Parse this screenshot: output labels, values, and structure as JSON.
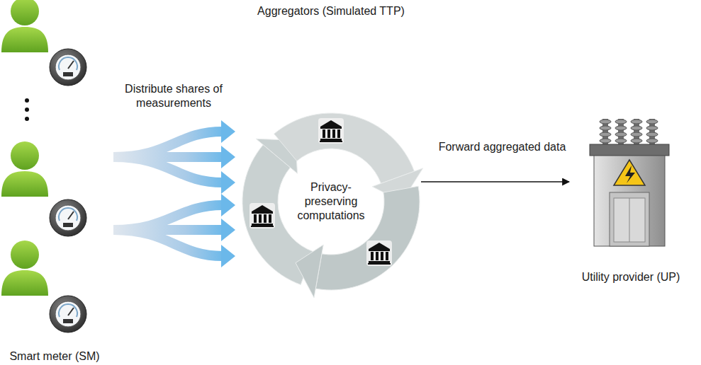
{
  "diagram": {
    "nodes": [
      {
        "text": [
          "Smart meter (SM)"
        ]
      },
      {
        "text": [
          "Aggregators (Simulated TTP)",
          "Privacy-preserving computations"
        ]
      },
      {
        "text": [
          "Utility provider (UP)"
        ]
      }
    ],
    "edges": [
      {
        "from": 0,
        "to": 1,
        "label": "Distribute shares of measurements",
        "arrow": "to"
      },
      {
        "from": 1,
        "to": 2,
        "label": "Forward aggregated data",
        "arrow": "to"
      }
    ]
  }
}
